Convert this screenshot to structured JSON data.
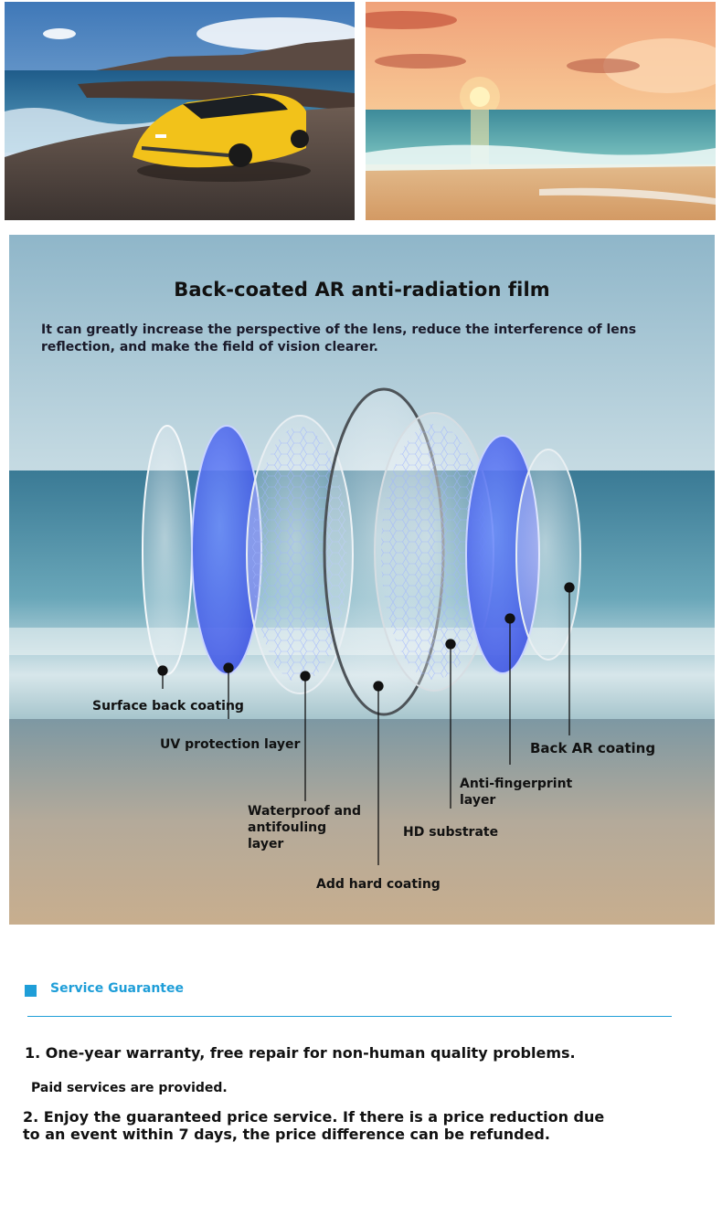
{
  "photos": {
    "left": {
      "subject": "yellow sports car on coastal road"
    },
    "right": {
      "subject": "sunset over ocean waves on beach"
    }
  },
  "lens_panel": {
    "title": "Back-coated AR anti-radiation film",
    "description": "It can greatly increase the perspective of the lens, reduce the interference of lens reflection, and make the field of vision clearer.",
    "layers": {
      "surface_back_coating": "Surface back coating",
      "uv_protection": "UV protection layer",
      "waterproof": "Waterproof and antifouling layer",
      "hard_coating": "Add hard coating",
      "hd_substrate": "HD substrate",
      "anti_fingerprint": "Anti-fingerprint layer",
      "back_ar": "Back AR coating"
    }
  },
  "service": {
    "heading": "Service Guarantee",
    "item1": "1. One-year warranty, free repair for non-human quality problems.",
    "item1_note": "Paid services are provided.",
    "item2": "2. Enjoy the guaranteed price service. If there is a price reduction due to an event within 7 days, the price difference can be refunded."
  },
  "colors": {
    "accent": "#1f9ed8",
    "blue_lens": "#4a62e8",
    "text": "#111111"
  }
}
